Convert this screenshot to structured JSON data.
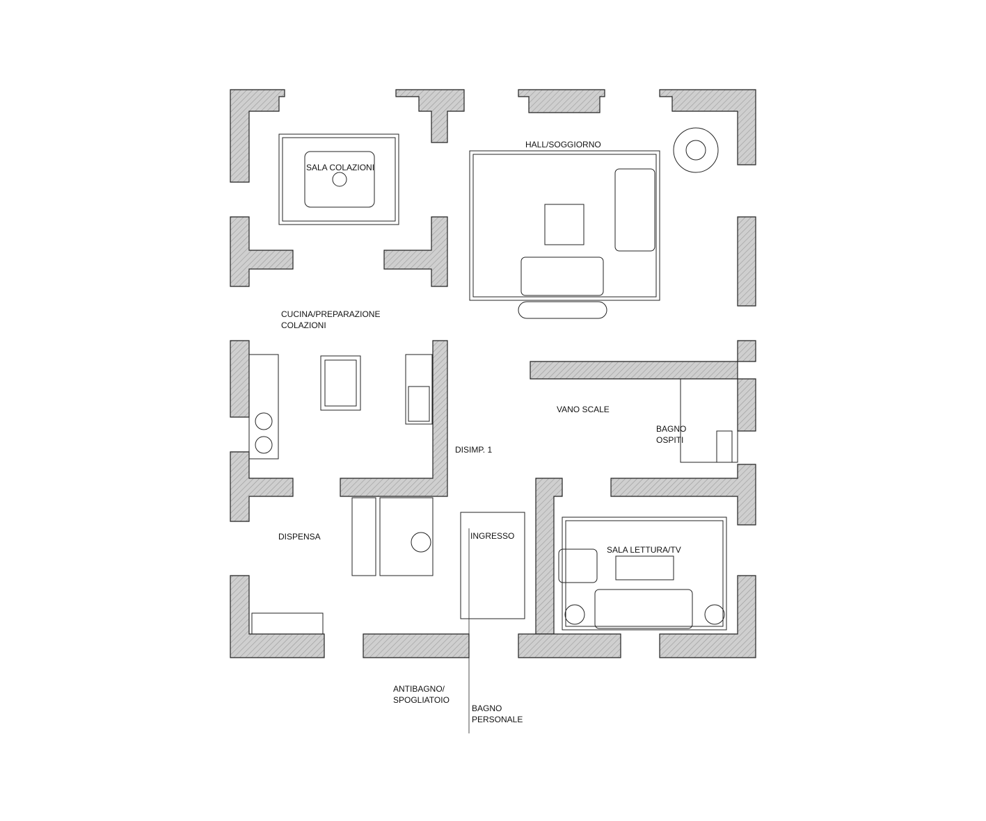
{
  "rooms": {
    "sala_colazioni": "SALA COLAZIONI",
    "hall": "HALL/SOGGIORNO",
    "cucina_1": "CUCINA/PREPARAZIONE",
    "cucina_2": "COLAZIONI",
    "vano_scale": "VANO SCALE",
    "bagno_ospiti_1": "BAGNO",
    "bagno_ospiti_2": "OSPITI",
    "disimp": "DISIMP. 1",
    "dispensa": "DISPENSA",
    "ingresso": "INGRESSO",
    "sala_lettura": "SALA LETTURA/TV",
    "antibagno_1": "ANTIBAGNO/",
    "antibagno_2": "SPOGLIATOIO",
    "bagno_personale_1": "BAGNO",
    "bagno_personale_2": "PERSONALE"
  },
  "colors": {
    "wall_fill": "#c8c8c8",
    "line": "#222222"
  }
}
